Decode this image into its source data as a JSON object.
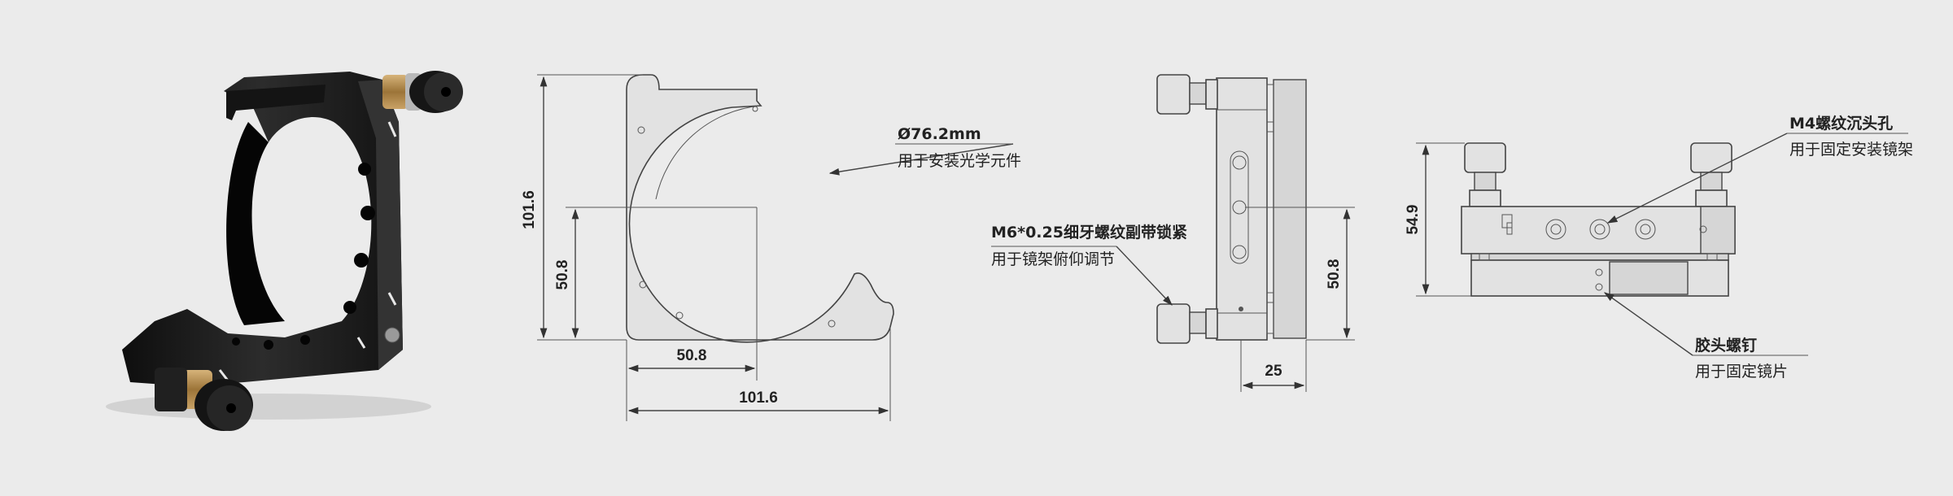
{
  "dims": {
    "front_height": "101.6",
    "front_center_height": "50.8",
    "front_center_width": "50.8",
    "front_width": "101.6",
    "side_center_height": "50.8",
    "side_depth": "25",
    "top_height": "54.9"
  },
  "callouts": {
    "aperture_title": "Ø76.2mm",
    "aperture_desc": "用于安装光学元件",
    "screw_title": "M6*0.25细牙螺纹副带锁紧",
    "screw_desc": "用于镜架俯仰调节",
    "hole_title": "M4螺纹沉头孔",
    "hole_desc": "用于固定安装镜架",
    "glue_title": "胶头螺钉",
    "glue_desc": "用于固定镜片"
  },
  "colors": {
    "background": "#ebebeb",
    "body_black": "#1c1c1c",
    "brass": "#b08a4e",
    "line": "#444444"
  }
}
